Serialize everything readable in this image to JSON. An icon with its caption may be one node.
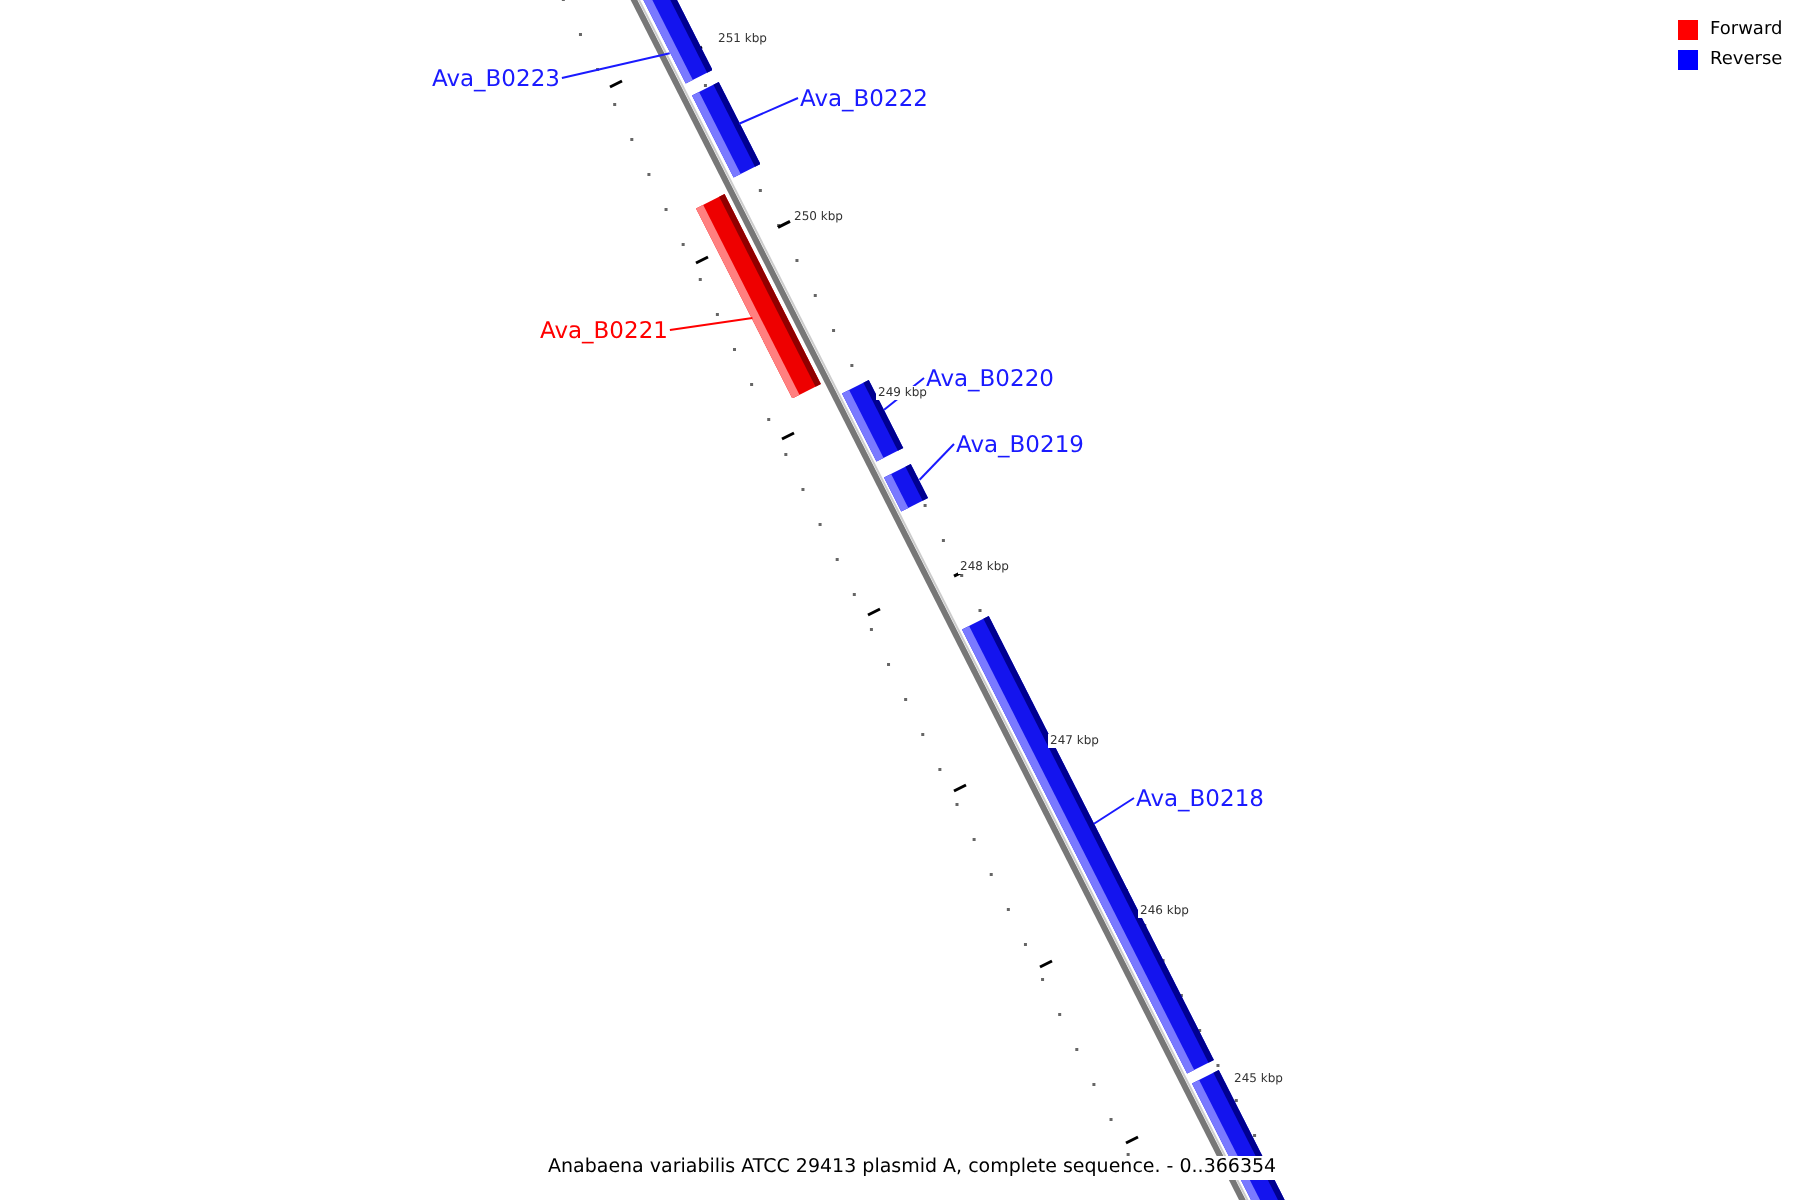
{
  "diagram": {
    "caption": "Anabaena variabilis ATCC 29413 plasmid A, complete sequence. - 0..366354",
    "nodes": [
      {
        "text": [
          "Ava_B0223"
        ]
      },
      {
        "text": [],
        "shape": "bar"
      },
      {
        "text": [
          "Ava_B0222"
        ]
      },
      {
        "text": [],
        "shape": "bar"
      },
      {
        "text": [
          "Ava_B0221"
        ]
      },
      {
        "text": [],
        "shape": "bar"
      },
      {
        "text": [
          "Ava_B0220"
        ]
      },
      {
        "text": [],
        "shape": "bar"
      },
      {
        "text": [
          "Ava_B0219"
        ]
      },
      {
        "text": [],
        "shape": "bar"
      },
      {
        "text": [
          "Ava_B0218"
        ]
      },
      {
        "text": [],
        "shape": "bar"
      },
      {
        "text": [],
        "shape": "bar"
      }
    ],
    "edges": [
      {
        "from": 0,
        "to": 1,
        "arrow": "none"
      },
      {
        "from": 2,
        "to": 3,
        "arrow": "none"
      },
      {
        "from": 4,
        "to": 5,
        "arrow": "none",
        "color": "#ff0000"
      },
      {
        "from": 6,
        "to": 7,
        "arrow": "none"
      },
      {
        "from": 8,
        "to": 9,
        "arrow": "none"
      },
      {
        "from": 10,
        "to": 11,
        "arrow": "none"
      }
    ],
    "labels": [
      "251 kbp",
      "250 kbp",
      "249 kbp",
      "248 kbp",
      "247 kbp",
      "246 kbp",
      "245 kbp"
    ],
    "legend": [
      {
        "text": "Forward",
        "color": "#ff0000"
      },
      {
        "text": "Reverse",
        "color": "#0000ff"
      }
    ]
  }
}
